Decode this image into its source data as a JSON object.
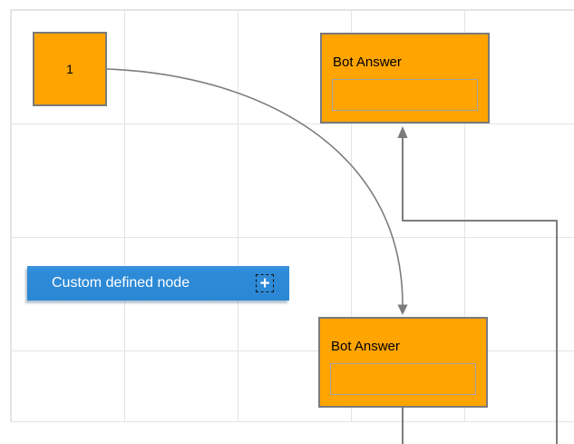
{
  "canvas": {
    "background": "#ffffff",
    "grid_color": "#e4e4e4",
    "grid_cell_size": 125
  },
  "nodes": {
    "start": {
      "label": "1",
      "fill": "#ffa400",
      "border_color": "#7a7a7a"
    },
    "bot_answer_top": {
      "title": "Bot Answer",
      "input_value": "",
      "fill": "#ffa400",
      "border_color": "#7a7a7a"
    },
    "bot_answer_bottom": {
      "title": "Bot Answer",
      "input_value": "",
      "fill": "#ffa400",
      "border_color": "#7a7a7a"
    },
    "custom": {
      "label": "Custom defined node",
      "fill": "#2e8bd8",
      "text_color": "#ffffff",
      "plus_icon": "+"
    }
  },
  "connectors": {
    "color": "#7c7c7c",
    "curve": {
      "from": "start",
      "to": "bot_answer_bottom",
      "arrow": "down"
    },
    "orthogonal": {
      "from": "bot_answer_bottom",
      "to": "bot_answer_top",
      "arrow": "up"
    }
  }
}
